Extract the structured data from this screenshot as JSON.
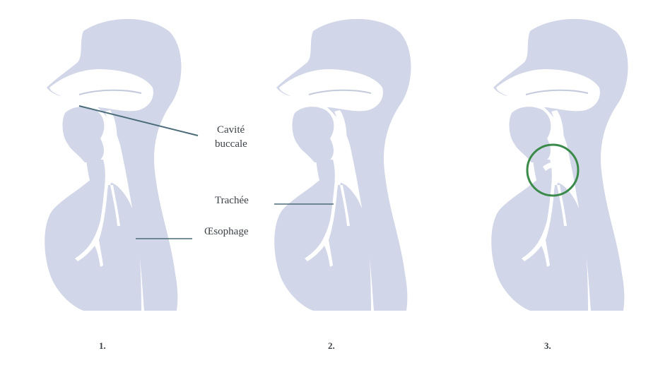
{
  "labels": {
    "cavite_line1": "Cavité",
    "cavite_line2": "buccale",
    "trachee": "Trachée",
    "oesophage": "Œsophage"
  },
  "panel_numbers": [
    "1.",
    "2.",
    "3."
  ],
  "colors": {
    "anatomy_fill": "#d1d6e8",
    "cavity_fill": "#ffffff",
    "leader_line": "#4a6b78",
    "highlight_circle": "#3a8a4a",
    "text": "#3c4248"
  }
}
